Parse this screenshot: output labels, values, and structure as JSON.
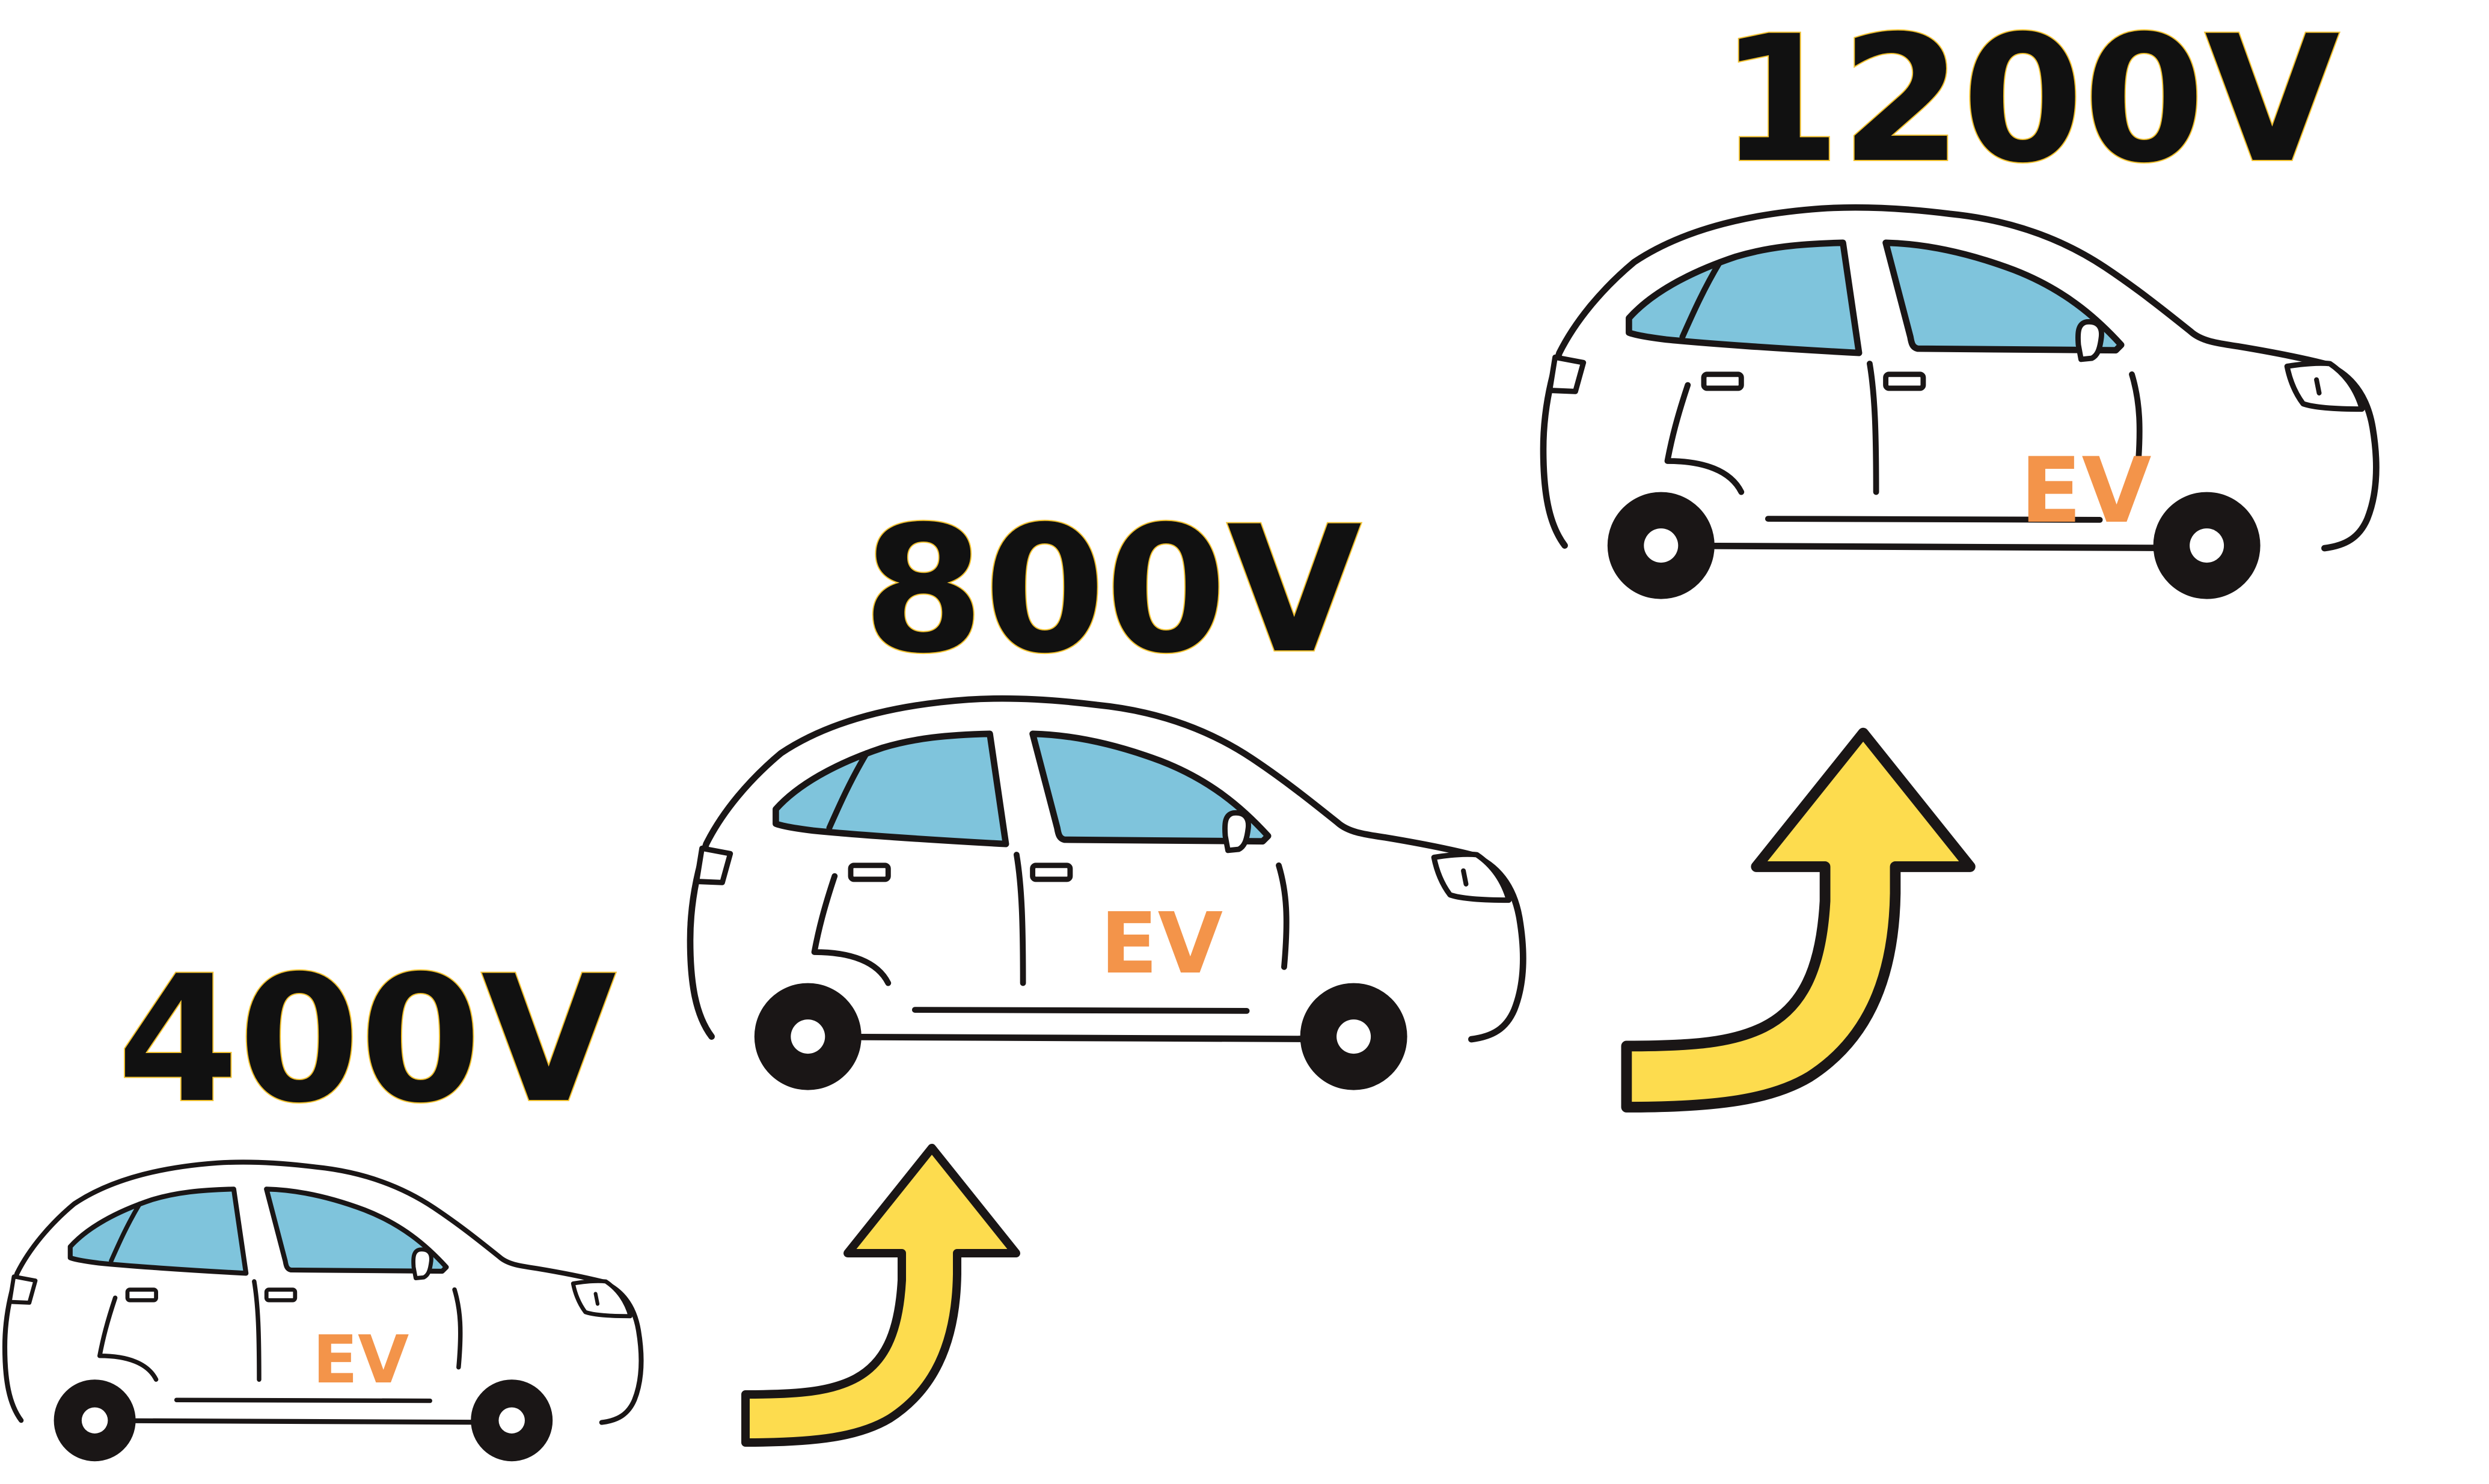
{
  "stages": [
    {
      "voltage": "400V",
      "badge": "EV"
    },
    {
      "voltage": "800V",
      "badge": "EV"
    },
    {
      "voltage": "1200V",
      "badge": "EV"
    }
  ],
  "colors": {
    "outline": "#1a1616",
    "window": "#7fc4dc",
    "arrow": "#fddc4e",
    "ev_text": "#f3944a",
    "label_outline": "#f2c230"
  },
  "icons": [
    "ev-car-icon",
    "up-arrow-icon"
  ]
}
